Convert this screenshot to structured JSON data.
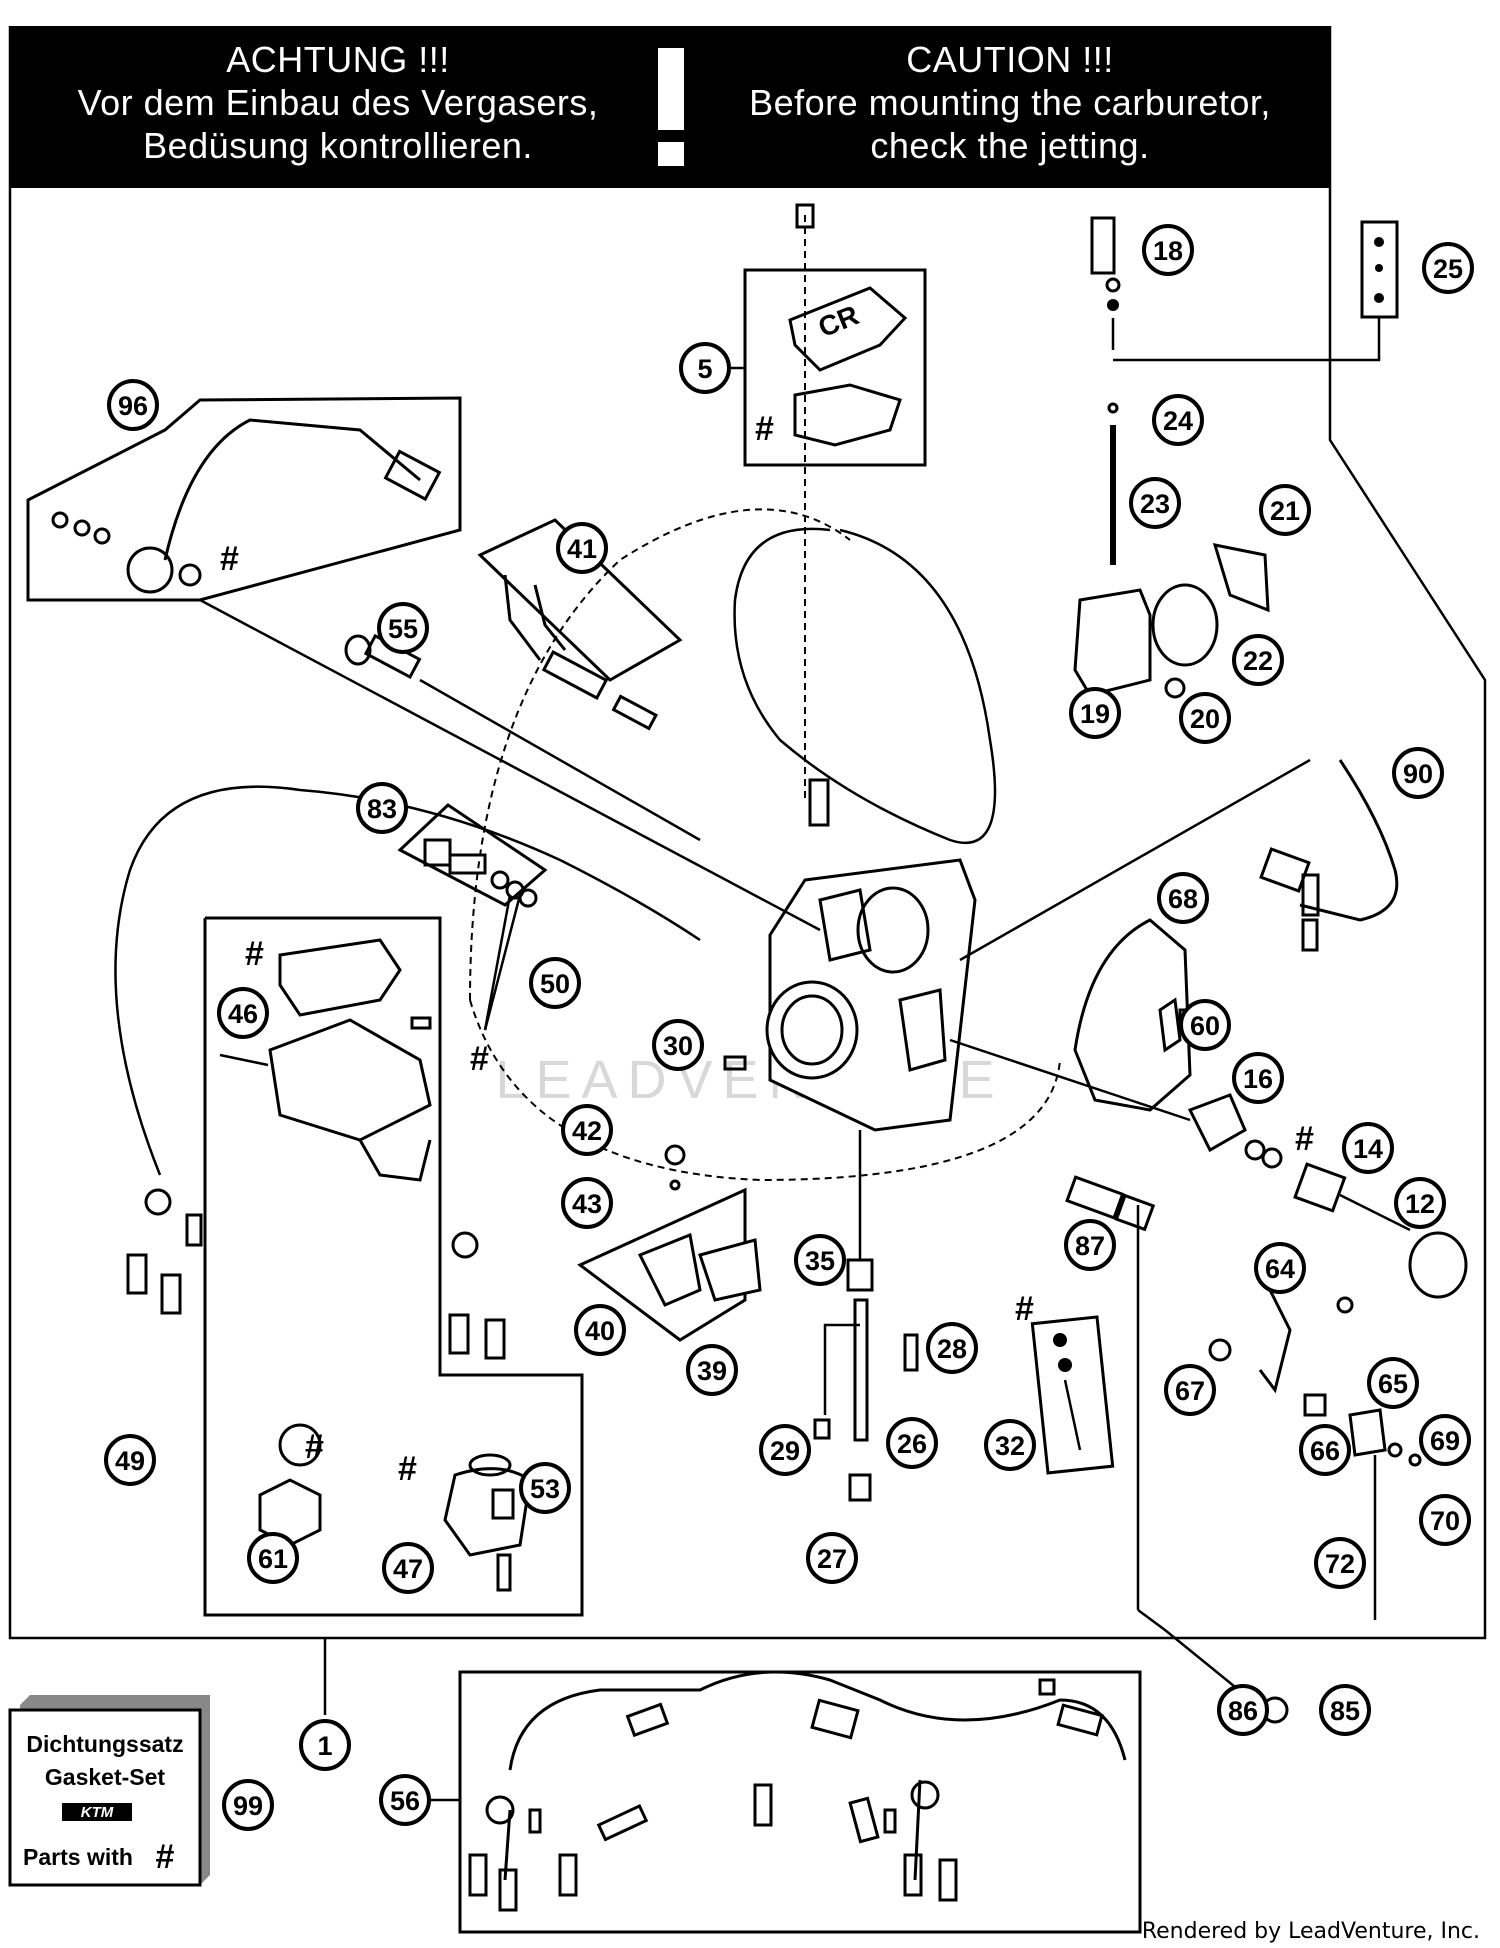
{
  "banner": {
    "german_title": "ACHTUNG !!!",
    "german_line1": "Vor dem Einbau des Vergasers,",
    "german_line2": "Bedüsung kontrollieren.",
    "english_title": "CAUTION !!!",
    "english_line1": "Before mounting the carburetor,",
    "english_line2": "check the jetting."
  },
  "gasket_kit": {
    "line1": "Dichtungssatz",
    "line2": "Gasket-Set",
    "brand": "KTM",
    "line3": "Parts with",
    "hash": "#"
  },
  "hash_symbol": "#",
  "top_cover_label": "CR",
  "watermark": "LEADVENTURE",
  "footer": "Rendered by LeadVenture, Inc.",
  "callouts": [
    "1",
    "5",
    "12",
    "14",
    "16",
    "18",
    "19",
    "20",
    "21",
    "22",
    "23",
    "24",
    "25",
    "26",
    "27",
    "28",
    "29",
    "30",
    "32",
    "35",
    "39",
    "40",
    "41",
    "42",
    "43",
    "46",
    "47",
    "49",
    "50",
    "53",
    "55",
    "56",
    "60",
    "61",
    "64",
    "65",
    "66",
    "67",
    "68",
    "69",
    "70",
    "72",
    "83",
    "85",
    "86",
    "87",
    "90",
    "96",
    "99"
  ]
}
